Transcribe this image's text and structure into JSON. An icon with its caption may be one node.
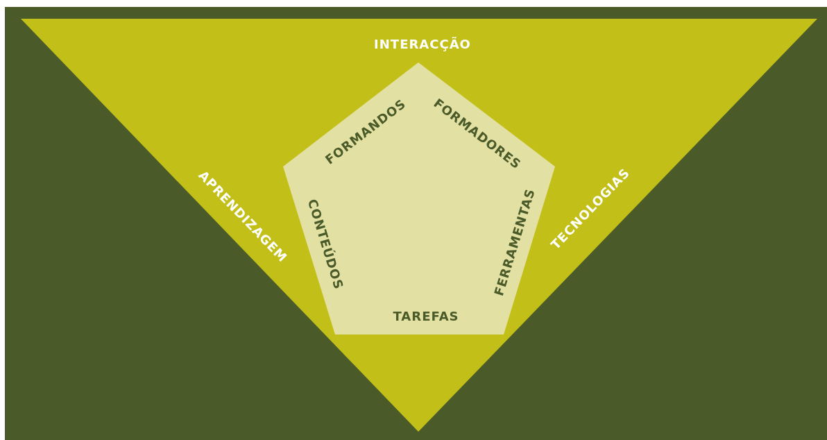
{
  "diagram": {
    "nodes": [
      {
        "text": [
          "INTERACÇÃO",
          "APRENDIZAGEM",
          "TECNOLOGIAS"
        ]
      },
      {
        "text": [
          "FORMANDOS",
          "FORMADORES",
          "FERRAMENTAS",
          "TAREFAS",
          "CONTEÚDOS"
        ],
        "in": 0
      }
    ]
  }
}
